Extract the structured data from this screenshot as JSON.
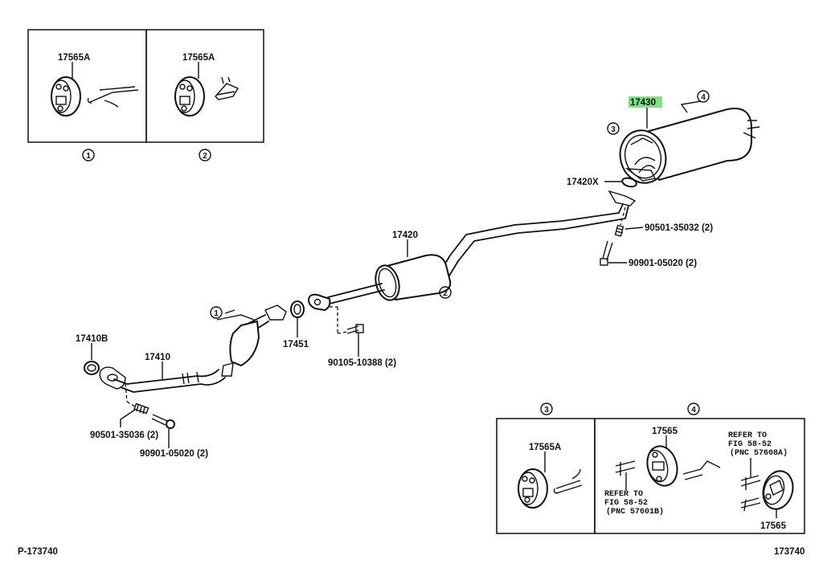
{
  "diagram": {
    "title_code": "P-173740",
    "figure_number": "173740",
    "highlight_color": "#7ee37e",
    "inset_boxes": [
      {
        "callout": "1",
        "part": "17565A",
        "component": "exhaust-hanger-rubber"
      },
      {
        "callout": "2",
        "part": "17565A",
        "component": "exhaust-hanger-rubber"
      },
      {
        "callout": "3",
        "part": "17565A",
        "component": "exhaust-hanger-rubber"
      },
      {
        "callout": "4",
        "parts": [
          "17565",
          "17565"
        ],
        "refs": [
          {
            "line1": "REFER TO",
            "line2": "FIG 58-52",
            "line3": "(PNC 57601B)"
          },
          {
            "line1": "REFER TO",
            "line2": "FIG 58-52",
            "line3": "(PNC 57608A)"
          }
        ]
      }
    ],
    "parts": {
      "p17430": "17430",
      "p17420X": "17420X",
      "p90501_35032": "90501-35032 (2)",
      "p90901_05020_a": "90901-05020 (2)",
      "p17420": "17420",
      "p17451": "17451",
      "p90105_10388": "90105-10388 (2)",
      "p17410B": "17410B",
      "p17410": "17410",
      "p90501_35036": "90501-35036 (2)",
      "p90901_05020_b": "90901-05020 (2)"
    },
    "callouts": {
      "c1": "1",
      "c2": "2",
      "c3": "3",
      "c4": "4"
    },
    "highlighted_part": "17430"
  }
}
